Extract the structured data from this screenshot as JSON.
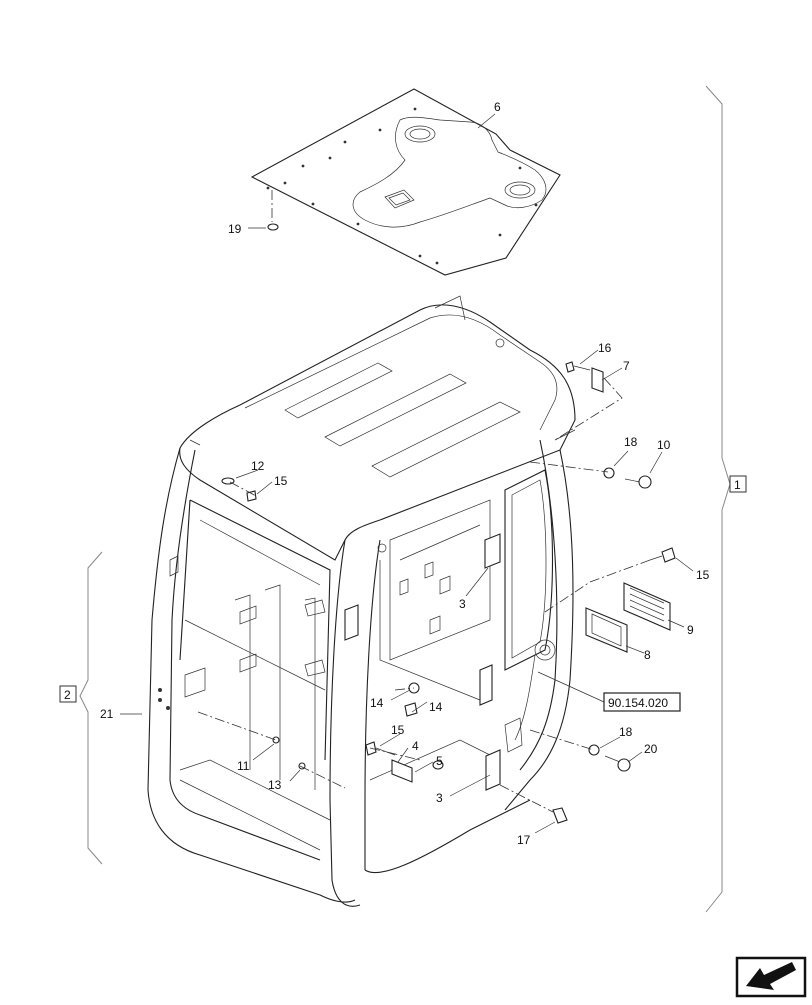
{
  "callouts": [
    {
      "id": "c6",
      "label": "6"
    },
    {
      "id": "c19",
      "label": "19"
    },
    {
      "id": "c16",
      "label": "16"
    },
    {
      "id": "c7",
      "label": "7"
    },
    {
      "id": "c18a",
      "label": "18"
    },
    {
      "id": "c10",
      "label": "10"
    },
    {
      "id": "c12",
      "label": "12"
    },
    {
      "id": "c15a",
      "label": "15"
    },
    {
      "id": "c15b",
      "label": "15"
    },
    {
      "id": "c3a",
      "label": "3"
    },
    {
      "id": "c9",
      "label": "9"
    },
    {
      "id": "c8",
      "label": "8"
    },
    {
      "id": "c14a",
      "label": "14"
    },
    {
      "id": "c14b",
      "label": "14"
    },
    {
      "id": "c21",
      "label": "21"
    },
    {
      "id": "c15c",
      "label": "15"
    },
    {
      "id": "c4",
      "label": "4"
    },
    {
      "id": "c5",
      "label": "5"
    },
    {
      "id": "c11",
      "label": "11"
    },
    {
      "id": "c13",
      "label": "13"
    },
    {
      "id": "c18b",
      "label": "18"
    },
    {
      "id": "c20",
      "label": "20"
    },
    {
      "id": "c3b",
      "label": "3"
    },
    {
      "id": "c17",
      "label": "17"
    }
  ],
  "groups": [
    {
      "id": "g1",
      "label": "1"
    },
    {
      "id": "g2",
      "label": "2"
    }
  ],
  "reference": {
    "label": "90.154.020"
  },
  "nav": {
    "icon": "next-page-arrow-icon"
  }
}
